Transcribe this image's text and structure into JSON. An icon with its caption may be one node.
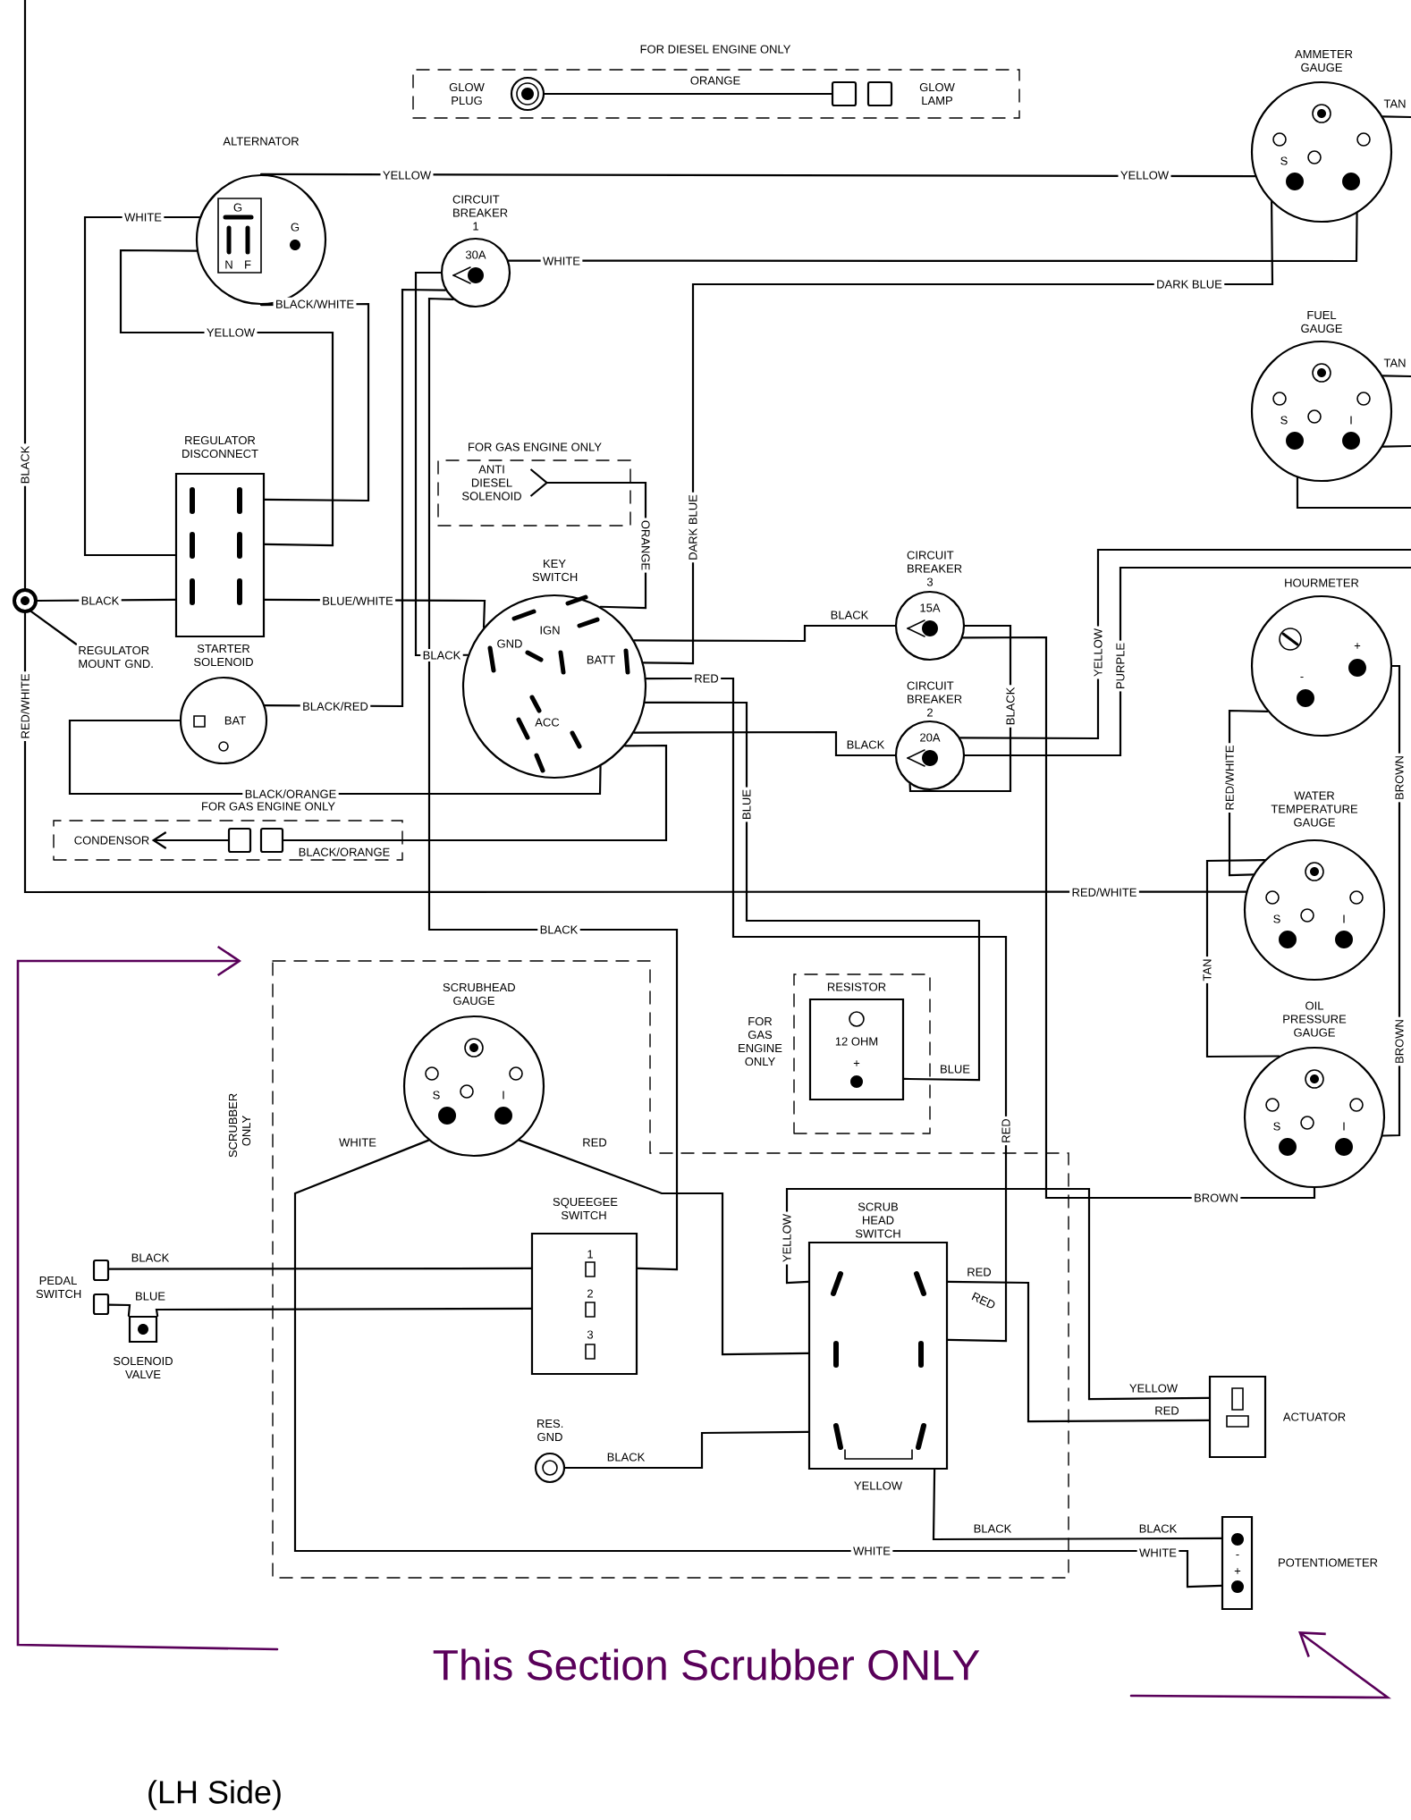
{
  "diagram": {
    "nodes": [
      {
        "text": [
          "FOR DIESEL ENGINE ONLY"
        ]
      },
      {
        "text": [
          "GLOW PLUG"
        ],
        "in": 0
      },
      {
        "text": [
          "GLOW LAMP"
        ],
        "in": 0
      },
      {
        "text": [
          "ALTERNATOR",
          "G",
          "N",
          "F",
          "G"
        ]
      },
      {
        "text": [
          "CIRCUIT BREAKER 1",
          "30A"
        ]
      },
      {
        "text": [
          "AMMETER GAUGE",
          "S"
        ]
      },
      {
        "text": [
          "FUEL GAUGE",
          "S",
          "I"
        ]
      },
      {
        "text": [
          "REGULATOR DISCONNECT"
        ]
      },
      {
        "text": [
          "REGULATOR MOUNT GND."
        ]
      },
      {
        "text": [],
        "shape": "circle"
      },
      {
        "text": [
          "STARTER SOLENOID",
          "BAT"
        ]
      },
      {
        "text": [
          "FOR GAS ENGINE ONLY"
        ]
      },
      {
        "text": [
          "ANTI DIESEL SOLENOID"
        ],
        "in": 11
      },
      {
        "text": [
          "KEY SWITCH",
          "IGN",
          "BATT",
          "GND",
          "ACC"
        ]
      },
      {
        "text": [
          "CIRCUIT BREAKER 3",
          "15A"
        ]
      },
      {
        "text": [
          "CIRCUIT BREAKER 2",
          "20A"
        ]
      },
      {
        "text": [
          "HOURMETER",
          "+",
          "-"
        ]
      },
      {
        "text": [
          "WATER TEMPERATURE GAUGE",
          "S",
          "I"
        ]
      },
      {
        "text": [
          "OIL PRESSURE GAUGE",
          "S",
          "I"
        ]
      },
      {
        "text": [
          "FOR GAS ENGINE ONLY"
        ]
      },
      {
        "text": [
          "CONDENSOR"
        ],
        "in": 19
      },
      {
        "text": [],
        "shape": "box",
        "in": 19
      },
      {
        "text": [
          "SCRUBBER ONLY"
        ]
      },
      {
        "text": [
          "SCRUBHEAD GAUGE",
          "S",
          "I"
        ],
        "in": 22
      },
      {
        "text": [
          "FOR GAS ENGINE ONLY"
        ]
      },
      {
        "text": [
          "RESISTOR",
          "12 OHM",
          "+"
        ],
        "in": 24
      },
      {
        "text": [
          "SQUEEGEE SWITCH",
          "1",
          "2",
          "3"
        ],
        "in": 22
      },
      {
        "text": [
          "PEDAL SWITCH"
        ]
      },
      {
        "text": [
          "SOLENOID VALVE"
        ]
      },
      {
        "text": [
          "RES. GND"
        ],
        "in": 22
      },
      {
        "text": [
          "SCRUB HEAD SWITCH"
        ],
        "in": 22
      },
      {
        "text": [
          "ACTUATOR"
        ]
      },
      {
        "text": [
          "POTENTIOMETER",
          "-",
          "+"
        ]
      }
    ],
    "edges": [
      {
        "from": 1,
        "to": 2,
        "label": "ORANGE",
        "arrow": "none"
      },
      {
        "from": 3,
        "to": 5,
        "label": "YELLOW",
        "arrow": "none"
      },
      {
        "from": 3,
        "to": 7,
        "label": "WHITE",
        "arrow": "none"
      },
      {
        "from": 3,
        "to": 7,
        "label": "BLACK/WHITE",
        "arrow": "none"
      },
      {
        "from": 3,
        "to": 7,
        "label": "YELLOW",
        "arrow": "none"
      },
      {
        "from": 4,
        "to": 5,
        "label": "WHITE",
        "arrow": "none"
      },
      {
        "from": 13,
        "to": 5,
        "label": "DARK BLUE",
        "arrow": "none"
      },
      {
        "from": 7,
        "to": 13,
        "label": "BLUE/WHITE",
        "arrow": "none"
      },
      {
        "from": 4,
        "to": 13,
        "label": "BLACK",
        "arrow": "none"
      },
      {
        "from": 9,
        "to": 7,
        "label": "BLACK",
        "arrow": "none"
      },
      {
        "from": null,
        "to": 9,
        "label": "BLACK",
        "arrow": "none"
      },
      {
        "from": 9,
        "to": 17,
        "label": "RED/WHITE",
        "arrow": "none"
      },
      {
        "from": 4,
        "to": 10,
        "label": "BLACK/RED",
        "arrow": "none"
      },
      {
        "from": 10,
        "to": 13,
        "label": "BLACK/ORANGE",
        "arrow": "none"
      },
      {
        "from": 21,
        "to": 13,
        "label": "BLACK/ORANGE",
        "arrow": "none"
      },
      {
        "from": 21,
        "to": 20,
        "arrow": "to"
      },
      {
        "from": 12,
        "to": 13,
        "label": "ORANGE",
        "arrow": "other"
      },
      {
        "from": 13,
        "to": 14,
        "label": "BLACK",
        "arrow": "none"
      },
      {
        "from": 13,
        "to": 15,
        "label": "BLACK",
        "arrow": "none"
      },
      {
        "from": 13,
        "to": 30,
        "label": "RED",
        "arrow": "none"
      },
      {
        "from": 13,
        "to": 25,
        "label": "BLUE",
        "arrow": "none"
      },
      {
        "from": 4,
        "to": 26,
        "label": "BLACK",
        "arrow": "none"
      },
      {
        "from": 14,
        "to": 15,
        "label": "BLACK",
        "arrow": "none"
      },
      {
        "from": 15,
        "to": null,
        "label": "YELLOW",
        "arrow": "none"
      },
      {
        "from": 15,
        "to": null,
        "label": "PURPLE",
        "arrow": "none"
      },
      {
        "from": 16,
        "to": 17,
        "label": "RED/WHITE",
        "arrow": "none"
      },
      {
        "from": 16,
        "to": 18,
        "label": "BROWN",
        "arrow": "none"
      },
      {
        "from": 17,
        "to": 18,
        "label": "TAN",
        "arrow": "none"
      },
      {
        "from": 14,
        "to": 18,
        "label": "BROWN",
        "arrow": "none"
      },
      {
        "from": 5,
        "to": null,
        "label": "TAN",
        "arrow": "none"
      },
      {
        "from": 6,
        "to": null,
        "label": "TAN",
        "arrow": "none"
      },
      {
        "from": 6,
        "to": null,
        "arrow": "none"
      },
      {
        "from": 6,
        "to": null,
        "arrow": "none"
      },
      {
        "from": 23,
        "to": 32,
        "label": "WHITE",
        "arrow": "none"
      },
      {
        "from": 23,
        "to": 30,
        "label": "RED",
        "arrow": "none"
      },
      {
        "from": 27,
        "to": 26,
        "label": "BLACK",
        "arrow": "none"
      },
      {
        "from": 28,
        "to": 26,
        "label": "BLUE",
        "arrow": "none"
      },
      {
        "from": 27,
        "to": 28,
        "arrow": "none"
      },
      {
        "from": 29,
        "to": 30,
        "label": "BLACK",
        "arrow": "none"
      },
      {
        "from": 30,
        "to": 31,
        "label": "YELLOW",
        "arrow": "none"
      },
      {
        "from": 30,
        "to": 31,
        "label": "RED",
        "arrow": "none"
      },
      {
        "from": 30,
        "to": 32,
        "label": "BLACK",
        "arrow": "none"
      },
      {
        "from": 8,
        "to": 9,
        "arrow": "none"
      }
    ],
    "labels": [
      "YELLOW",
      "DARK BLUE",
      "RED/WHITE",
      "BLUE",
      "RED",
      "BROWN",
      "YELLOW",
      "RED",
      "RED",
      "YELLOW",
      "BLACK",
      "WHITE",
      "WHITE",
      "This Section Scrubber ONLY",
      "(LH Side)"
    ]
  }
}
